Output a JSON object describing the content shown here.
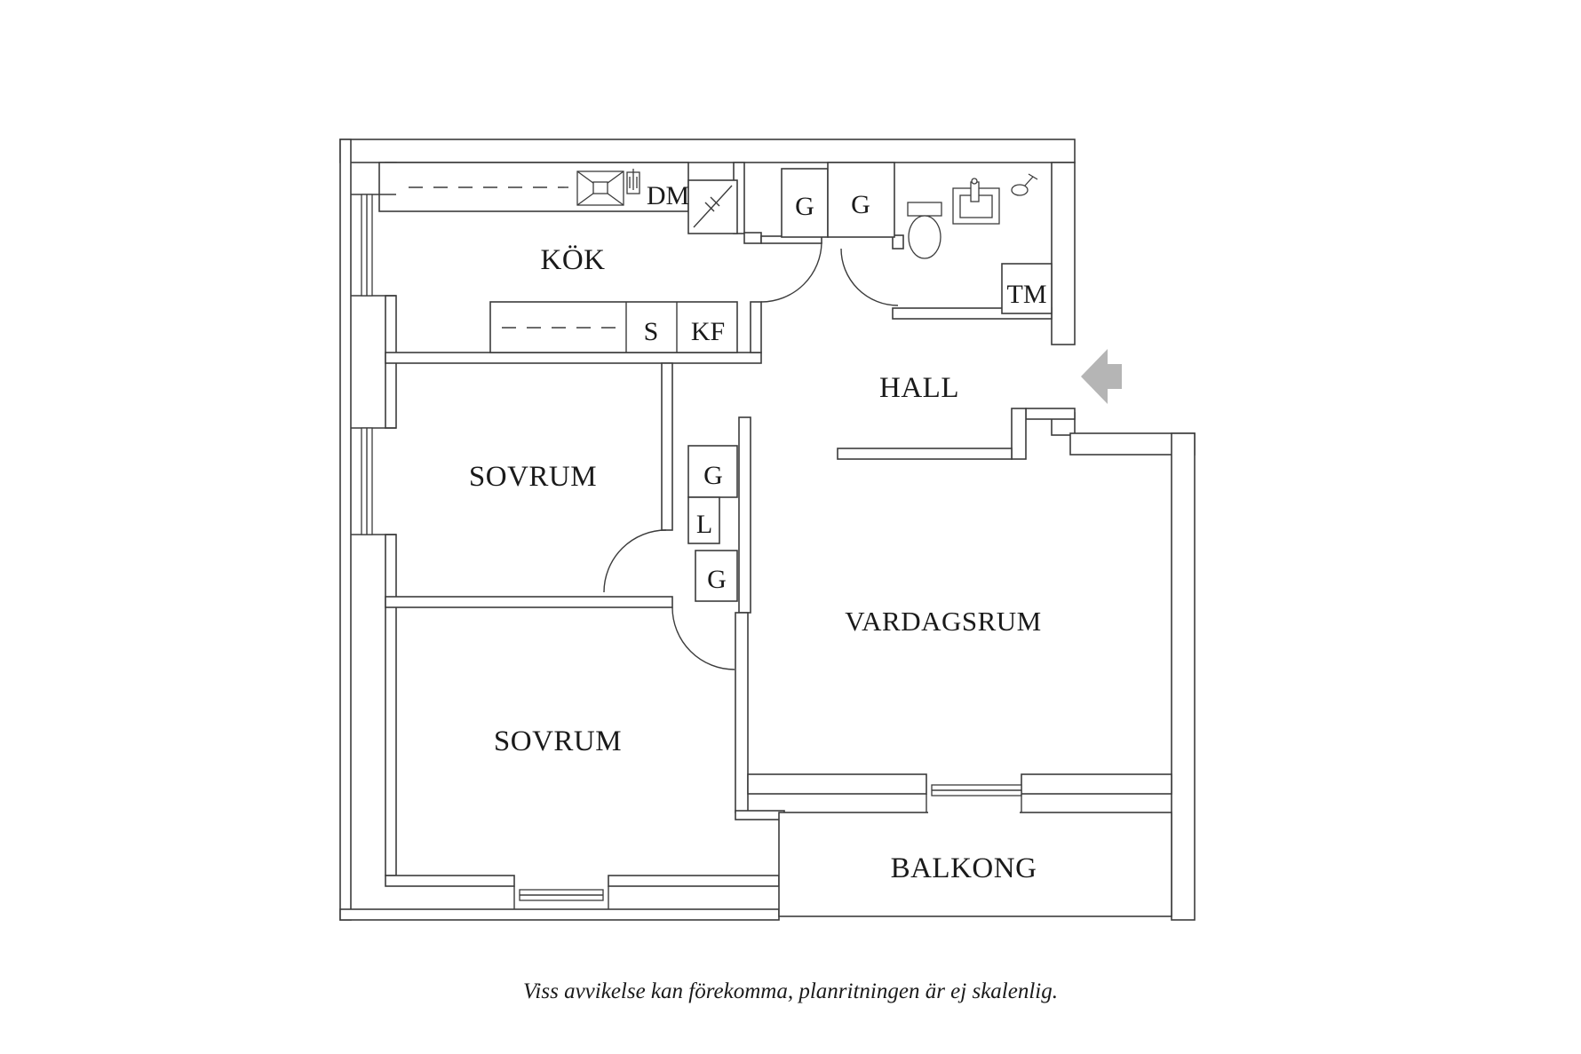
{
  "caption": "Viss avvikelse kan förekomma, planritningen är ej skalenlig.",
  "colors": {
    "wall": "#3c3c3c",
    "text": "#1a1a1a",
    "arrow": "#b5b5b5",
    "background": "#ffffff"
  },
  "rooms": {
    "kok": {
      "label": "KÖK"
    },
    "hall": {
      "label": "HALL"
    },
    "sovrum1": {
      "label": "SOVRUM"
    },
    "sovrum2": {
      "label": "SOVRUM"
    },
    "vardagsrum": {
      "label": "VARDAGSRUM"
    },
    "balkong": {
      "label": "BALKONG"
    }
  },
  "fixtures": {
    "dm": {
      "label": "DM"
    },
    "s": {
      "label": "S"
    },
    "kf": {
      "label": "KF"
    },
    "g_hall_1": {
      "label": "G"
    },
    "g_hall_2": {
      "label": "G"
    },
    "tm": {
      "label": "TM"
    },
    "g_corridor_top": {
      "label": "G"
    },
    "l_corridor": {
      "label": "L"
    },
    "g_corridor_bottom": {
      "label": "G"
    }
  }
}
